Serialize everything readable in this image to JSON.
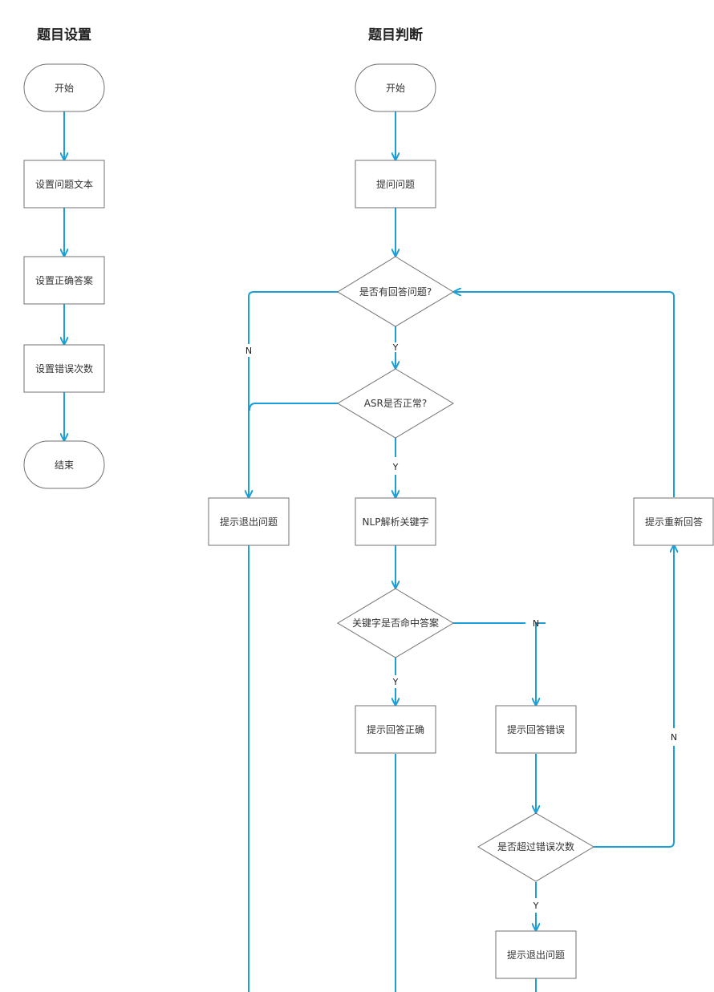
{
  "titles": {
    "setup": "题目设置",
    "judge": "题目判断"
  },
  "setup": {
    "start": "开始",
    "set_text": "设置问题文本",
    "set_answer": "设置正确答案",
    "set_errors": "设置错误次数",
    "end": "结束"
  },
  "judge": {
    "start": "开始",
    "ask": "提问问题",
    "has_answer": "是否有回答问题?",
    "asr_ok": "ASR是否正常?",
    "nlp": "NLP解析关键字",
    "hit": "关键字是否命中答案",
    "correct": "提示回答正确",
    "wrong": "提示回答错误",
    "over_limit": "是否超过错误次数",
    "exit_left": "提示退出问题",
    "exit_bottom": "提示退出问题",
    "retry": "提示重新回答"
  },
  "branch_labels": {
    "n_left": "N",
    "y_has_answer": "Y",
    "y_asr": "Y",
    "n_hit": "N",
    "y_hit": "Y",
    "n_over": "N",
    "y_over": "Y"
  },
  "colors": {
    "flow": "#1a9fd9",
    "shape_stroke": "#707070"
  }
}
